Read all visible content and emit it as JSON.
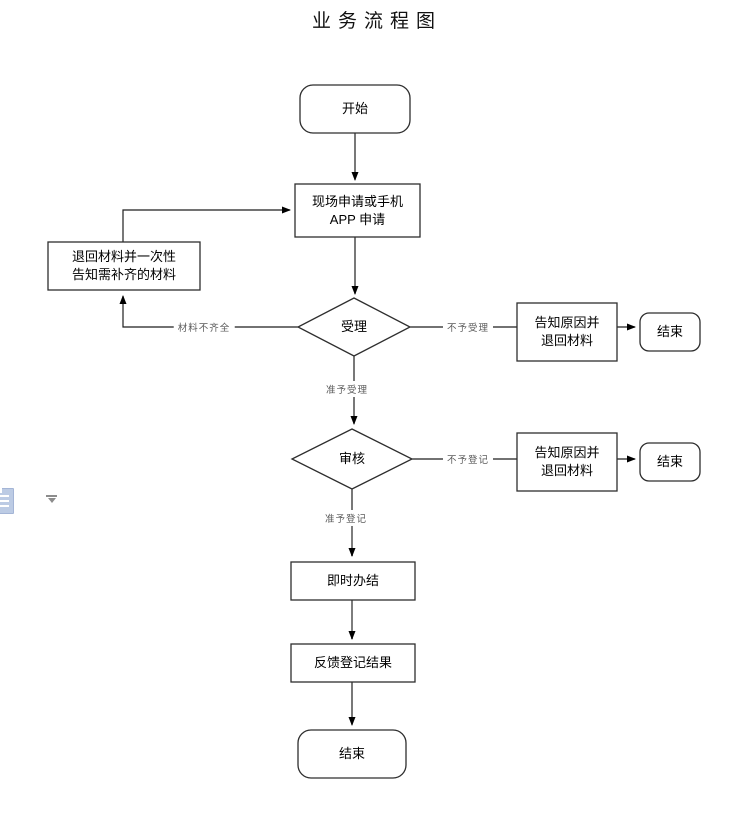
{
  "page": {
    "title": "业务流程图"
  },
  "flowchart": {
    "nodes": {
      "start": {
        "type": "terminator",
        "label": "开始"
      },
      "apply": {
        "type": "process",
        "line1": "现场申请或手机",
        "line2": "APP 申请"
      },
      "return_materials": {
        "type": "process",
        "line1": "退回材料并一次性",
        "line2": "告知需补齐的材料"
      },
      "accept": {
        "type": "decision",
        "label": "受理"
      },
      "notify_reject1": {
        "type": "process",
        "line1": "告知原因并",
        "line2": "退回材料"
      },
      "end1": {
        "type": "terminator",
        "label": "结束"
      },
      "review": {
        "type": "decision",
        "label": "审核"
      },
      "notify_reject2": {
        "type": "process",
        "line1": "告知原因并",
        "line2": "退回材料"
      },
      "end2": {
        "type": "terminator",
        "label": "结束"
      },
      "instant": {
        "type": "process",
        "label": "即时办结"
      },
      "feedback": {
        "type": "process",
        "label": "反馈登记结果"
      },
      "end3": {
        "type": "terminator",
        "label": "结束"
      }
    },
    "edge_labels": {
      "materials_incomplete": "材料不齐全",
      "not_accepted": "不予受理",
      "accepted": "准予受理",
      "not_registered": "不予登记",
      "registered": "准予登记"
    },
    "edges": [
      {
        "from": "start",
        "to": "apply",
        "label": ""
      },
      {
        "from": "apply",
        "to": "accept",
        "label": ""
      },
      {
        "from": "accept",
        "to": "return_materials",
        "label": "材料不齐全"
      },
      {
        "from": "return_materials",
        "to": "apply",
        "label": ""
      },
      {
        "from": "accept",
        "to": "notify_reject1",
        "label": "不予受理"
      },
      {
        "from": "notify_reject1",
        "to": "end1",
        "label": ""
      },
      {
        "from": "accept",
        "to": "review",
        "label": "准予受理"
      },
      {
        "from": "review",
        "to": "notify_reject2",
        "label": "不予登记"
      },
      {
        "from": "notify_reject2",
        "to": "end2",
        "label": ""
      },
      {
        "from": "review",
        "to": "instant",
        "label": "准予登记"
      },
      {
        "from": "instant",
        "to": "feedback",
        "label": ""
      },
      {
        "from": "feedback",
        "to": "end3",
        "label": ""
      }
    ],
    "colors": {
      "stroke": "#2e2e2e",
      "node_fill": "#ffffff",
      "edge_label_text": "#5a5a5a",
      "gray_connector": "#7d7d7d"
    }
  },
  "artifacts": {
    "paste_options_icon": "clipboard-paste-icon",
    "dropdown_icon": "dropdown-arrow-icon"
  }
}
